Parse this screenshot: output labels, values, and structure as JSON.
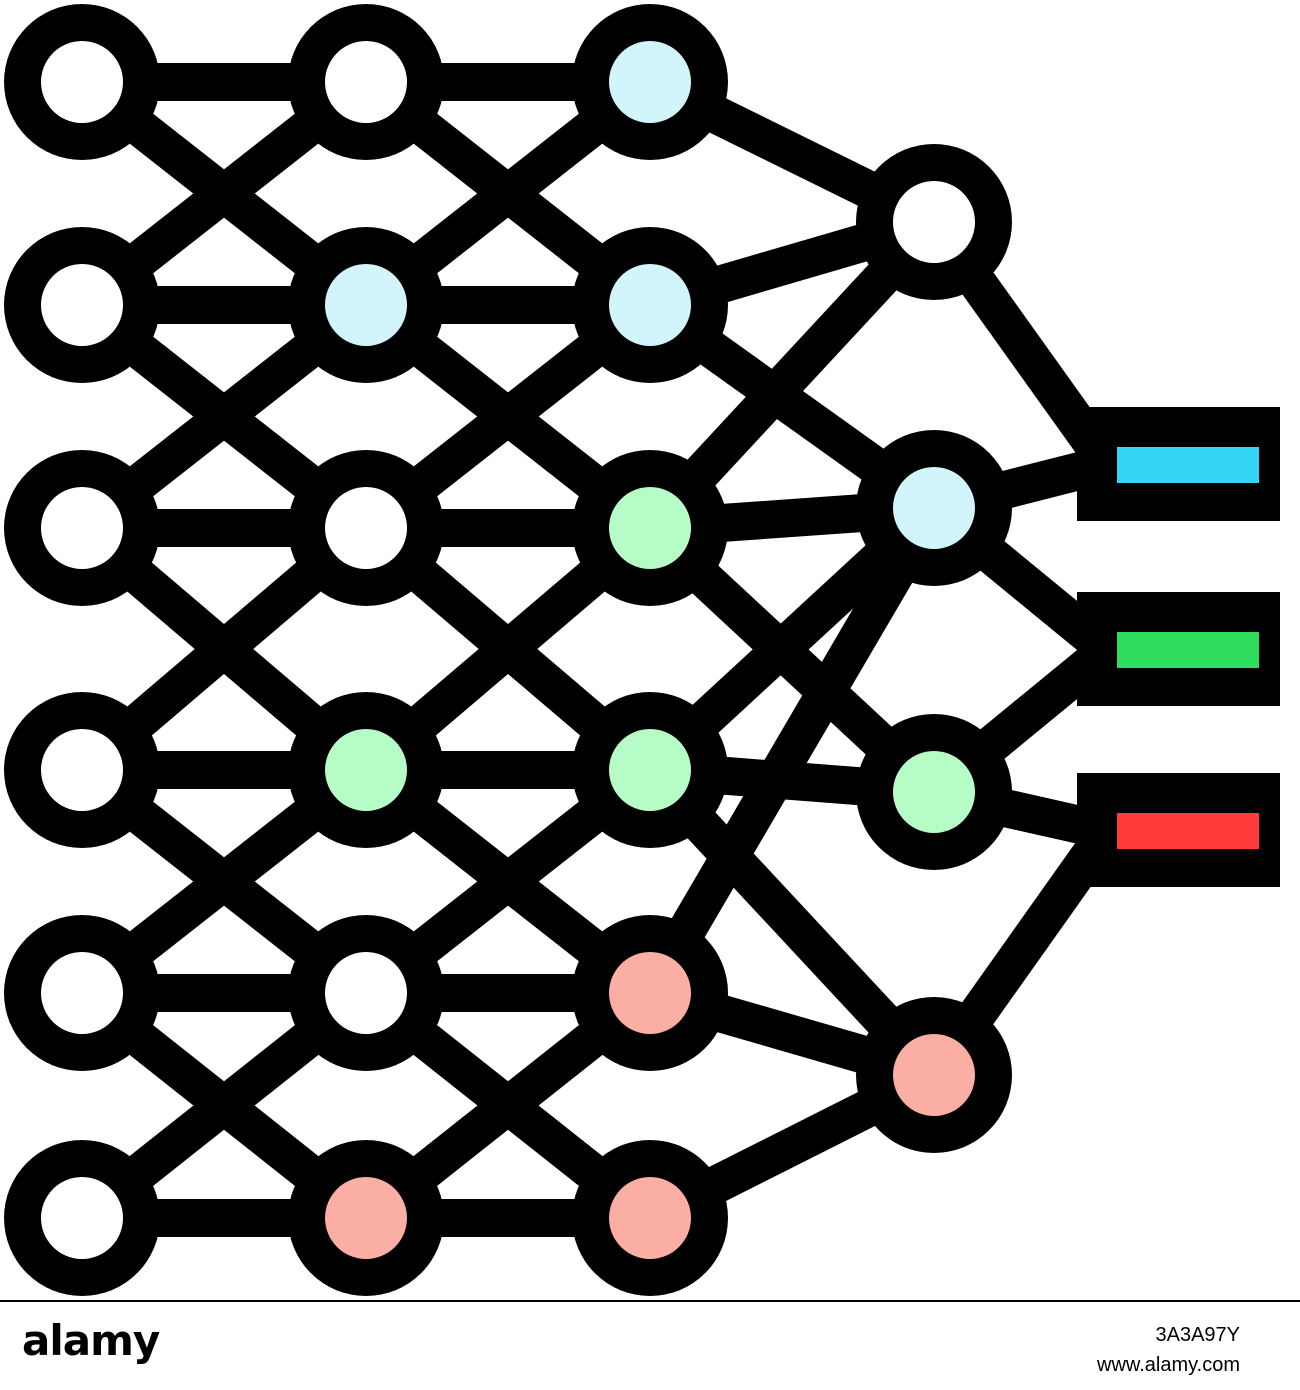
{
  "diagram": {
    "stroke_color": "#000000",
    "node_colors": {
      "white": "#ffffff",
      "blue": "#d2f4fb",
      "green": "#b5fcc6",
      "pink": "#fbaea4"
    },
    "output_colors": [
      "#33d6f5",
      "#2edc5e",
      "#ff3b3b"
    ],
    "layers": [
      [
        "white",
        "white",
        "white",
        "white",
        "white",
        "white"
      ],
      [
        "white",
        "blue",
        "white",
        "green",
        "white",
        "pink"
      ],
      [
        "blue",
        "blue",
        "green",
        "green",
        "pink",
        "pink"
      ],
      [
        "white",
        "blue",
        "green",
        "pink"
      ]
    ]
  },
  "footer": {
    "logo": "alamy",
    "image_id": "3A3A97Y",
    "url": "www.alamy.com"
  }
}
